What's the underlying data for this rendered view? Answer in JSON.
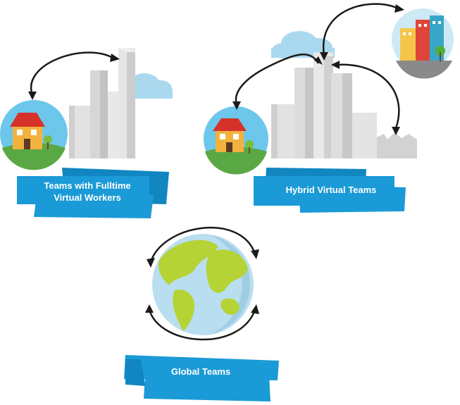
{
  "labels": {
    "fulltime_line1": "Teams with Fulltime",
    "fulltime_line2": "Virtual Workers",
    "hybrid": "Hybrid Virtual Teams",
    "global": "Global Teams"
  },
  "colors": {
    "banner": "#1a9ad6",
    "banner_dark": "#1186c1",
    "arrow": "#1a1a1a",
    "building_light": "#e4e4e4",
    "building_mid": "#cfcfcf",
    "building_dark": "#b8b8b8",
    "cloud": "#a9d8ef",
    "globe_ocean": "#b9def0",
    "globe_land": "#b5d334",
    "house_circle": "#6cc7ea",
    "grass": "#5aa843"
  },
  "icons": {
    "house": "house-icon",
    "city": "city-skyline-icon",
    "globe": "globe-icon",
    "modern_city": "modern-city-icon"
  }
}
